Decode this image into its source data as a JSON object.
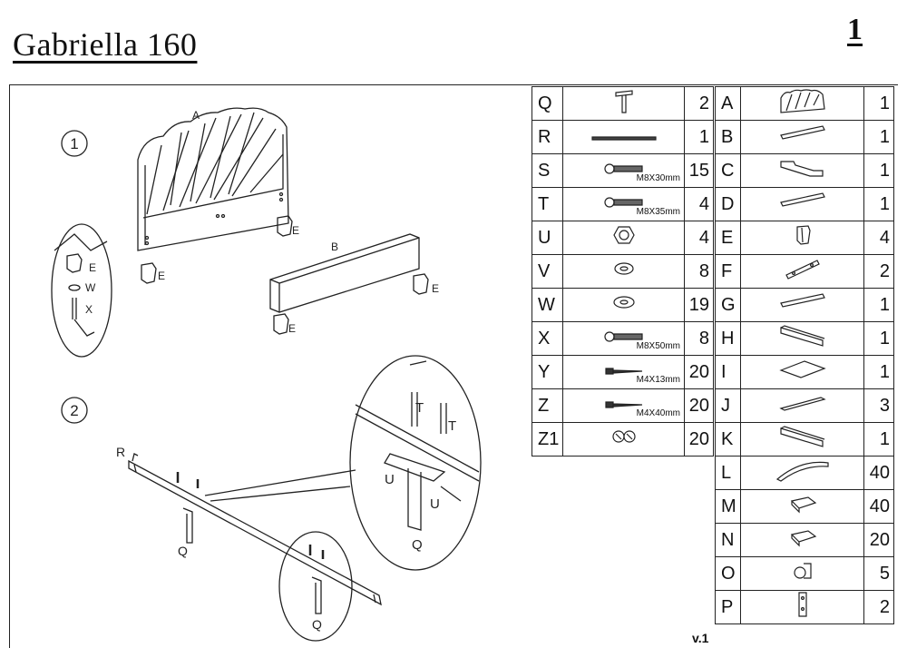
{
  "header": {
    "title": "Gabriella 160",
    "page_number": "1"
  },
  "version": "v.1",
  "steps": [
    {
      "number": "1",
      "labels": [
        "A",
        "B",
        "E",
        "E",
        "E",
        "E",
        "E",
        "W",
        "X"
      ]
    },
    {
      "number": "2",
      "labels": [
        "R",
        "Q",
        "Q",
        "U",
        "U",
        "T",
        "T",
        "Q"
      ]
    }
  ],
  "parts_left": [
    {
      "letter": "Q",
      "icon": "t-bracket-icon",
      "size": "",
      "qty": "2"
    },
    {
      "letter": "R",
      "icon": "metal-rail-icon",
      "size": "",
      "qty": "1"
    },
    {
      "letter": "S",
      "icon": "bolt-icon",
      "size": "M8X30mm",
      "qty": "15"
    },
    {
      "letter": "T",
      "icon": "bolt-icon",
      "size": "M8X35mm",
      "qty": "4"
    },
    {
      "letter": "U",
      "icon": "hex-nut-icon",
      "size": "",
      "qty": "4"
    },
    {
      "letter": "V",
      "icon": "spring-washer-icon",
      "size": "",
      "qty": "8"
    },
    {
      "letter": "W",
      "icon": "washer-icon",
      "size": "",
      "qty": "19"
    },
    {
      "letter": "X",
      "icon": "bolt-icon",
      "size": "M8X50mm",
      "qty": "8"
    },
    {
      "letter": "Y",
      "icon": "wood-screw-icon",
      "size": "M4X13mm",
      "qty": "20"
    },
    {
      "letter": "Z",
      "icon": "wood-screw-icon",
      "size": "M4X40mm",
      "qty": "20"
    },
    {
      "letter": "Z1",
      "icon": "cam-dowel-icon",
      "size": "",
      "qty": "20"
    }
  ],
  "parts_right": [
    {
      "letter": "A",
      "icon": "headboard-icon",
      "qty": "1"
    },
    {
      "letter": "B",
      "icon": "board-icon",
      "qty": "1"
    },
    {
      "letter": "C",
      "icon": "notched-board-icon",
      "qty": "1"
    },
    {
      "letter": "D",
      "icon": "board-icon",
      "qty": "1"
    },
    {
      "letter": "E",
      "icon": "foot-icon",
      "qty": "4"
    },
    {
      "letter": "F",
      "icon": "plate-icon",
      "qty": "2"
    },
    {
      "letter": "G",
      "icon": "board-icon",
      "qty": "1"
    },
    {
      "letter": "H",
      "icon": "rail-board-icon",
      "qty": "1"
    },
    {
      "letter": "I",
      "icon": "panel-icon",
      "qty": "1"
    },
    {
      "letter": "J",
      "icon": "slat-icon",
      "qty": "3"
    },
    {
      "letter": "K",
      "icon": "rail-board-icon",
      "qty": "1"
    },
    {
      "letter": "L",
      "icon": "curved-slat-icon",
      "qty": "40"
    },
    {
      "letter": "M",
      "icon": "slat-holder-icon",
      "qty": "40"
    },
    {
      "letter": "N",
      "icon": "slat-holder-icon",
      "qty": "20"
    },
    {
      "letter": "O",
      "icon": "clip-icon",
      "qty": "5"
    },
    {
      "letter": "P",
      "icon": "bracket-icon",
      "qty": "2"
    }
  ]
}
